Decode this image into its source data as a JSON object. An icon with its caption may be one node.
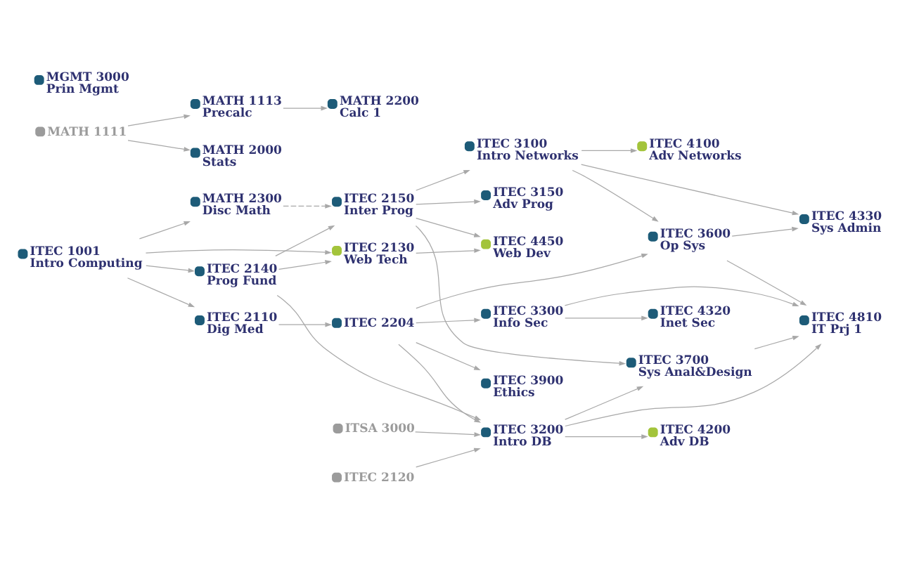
{
  "diagram": {
    "nodes": [
      {
        "text": [
          "ITEC 1001",
          "Intro Computing"
        ]
      },
      {
        "text": [
          "MATH 2300",
          "Disc Math"
        ]
      },
      {
        "text": [
          "ITEC 2150",
          "Inter Prog"
        ]
      },
      {
        "text": [
          "ITEC 3150",
          "Adv Prog"
        ]
      },
      {
        "text": [
          "ITEC 4100",
          "Adv Networks"
        ]
      },
      {
        "text": [
          "ITEC 2140",
          "Prog Fund"
        ]
      },
      {
        "text": [
          "ITEC 2130",
          "Web Tech"
        ]
      },
      {
        "text": [
          "ITEC 3100",
          "Intro Networks"
        ]
      },
      {
        "text": [
          "ITEC 4450",
          "Web Dev"
        ]
      },
      {
        "text": [
          "ITEC 4330",
          "Sys Admin"
        ]
      },
      {
        "text": [
          "ITEC 3600",
          "Op Sys"
        ]
      },
      {
        "text": [
          "ITEC 2110",
          "Dig Med"
        ]
      },
      {
        "text": [
          "ITSA 3000"
        ]
      },
      {
        "text": [
          "ITEC 2120"
        ]
      },
      {
        "text": [
          "ITEC 2204"
        ]
      },
      {
        "text": [
          "MATH 1111"
        ]
      },
      {
        "text": [
          "ITEC 3200",
          "Intro DB"
        ]
      },
      {
        "text": [
          "ITEC 3700",
          "Sys Anal&Design"
        ]
      },
      {
        "text": [
          "ITEC 4810",
          "IT Prj 1"
        ]
      },
      {
        "text": [
          "ITEC 3300",
          "Info Sec"
        ]
      },
      {
        "text": [
          "ITEC 4320",
          "Inet Sec"
        ]
      },
      {
        "text": [
          "ITEC 4200",
          "Adv DB"
        ]
      },
      {
        "text": [
          "MATH 1113",
          "Precalc"
        ]
      },
      {
        "text": [
          "MATH 2000",
          "Stats"
        ]
      },
      {
        "text": [
          "ITEC 3900",
          "Ethics"
        ]
      },
      {
        "text": [
          "MGMT 3000",
          "Prin Mgmt"
        ]
      },
      {
        "text": [
          "MATH 2200",
          "Calc 1"
        ]
      }
    ],
    "edges": [
      {
        "from": 0,
        "to": 1,
        "arrow": "to"
      },
      {
        "from": 0,
        "to": 5,
        "arrow": "to"
      },
      {
        "from": 0,
        "to": 6,
        "arrow": "to"
      },
      {
        "from": 0,
        "to": 11,
        "arrow": "to"
      },
      {
        "from": 1,
        "to": 2,
        "arrow": "to",
        "style": "dashed"
      },
      {
        "from": 5,
        "to": 2,
        "arrow": "to"
      },
      {
        "from": 5,
        "to": 6,
        "arrow": "to"
      },
      {
        "from": 2,
        "to": 3,
        "arrow": "to"
      },
      {
        "from": 2,
        "to": 7,
        "arrow": "to"
      },
      {
        "from": 2,
        "to": 8,
        "arrow": "to"
      },
      {
        "from": 2,
        "to": 17,
        "arrow": "to"
      },
      {
        "from": 6,
        "to": 8,
        "arrow": "to"
      },
      {
        "from": 7,
        "to": 4,
        "arrow": "to"
      },
      {
        "from": 7,
        "to": 9,
        "arrow": "to"
      },
      {
        "from": 7,
        "to": 10,
        "arrow": "to"
      },
      {
        "from": 10,
        "to": 9,
        "arrow": "to"
      },
      {
        "from": 10,
        "to": 18,
        "arrow": "to"
      },
      {
        "from": 16,
        "to": 17,
        "arrow": "to"
      },
      {
        "from": 16,
        "to": 18,
        "arrow": "to"
      },
      {
        "from": 16,
        "to": 21,
        "arrow": "to"
      },
      {
        "from": 17,
        "to": 18,
        "arrow": "to"
      },
      {
        "from": 19,
        "to": 18,
        "arrow": "to"
      },
      {
        "from": 19,
        "to": 20,
        "arrow": "to"
      },
      {
        "from": 11,
        "to": 14,
        "arrow": "to"
      },
      {
        "from": 14,
        "to": 16,
        "arrow": "to"
      },
      {
        "from": 14,
        "to": 19,
        "arrow": "to"
      },
      {
        "from": 14,
        "to": 10,
        "arrow": "to"
      },
      {
        "from": 14,
        "to": 24,
        "arrow": "to"
      },
      {
        "from": 12,
        "to": 16,
        "arrow": "to"
      },
      {
        "from": 13,
        "to": 16,
        "arrow": "to"
      },
      {
        "from": 15,
        "to": 22,
        "arrow": "to"
      },
      {
        "from": 15,
        "to": 23,
        "arrow": "to"
      },
      {
        "from": 22,
        "to": 26,
        "arrow": "to"
      },
      {
        "from": 5,
        "to": 16,
        "arrow": "to"
      }
    ]
  }
}
